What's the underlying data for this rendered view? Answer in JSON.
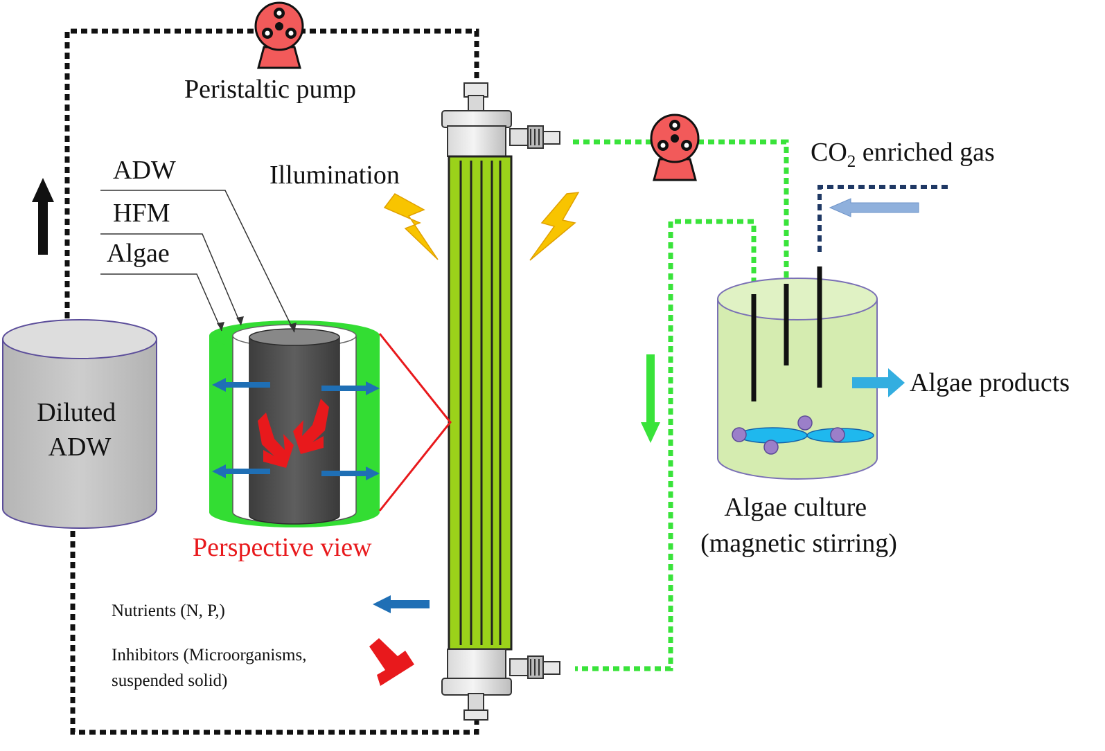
{
  "labels": {
    "peristaltic_pump": "Peristaltic pump",
    "illumination": "Illumination",
    "adw": "ADW",
    "hfm": "HFM",
    "algae": "Algae",
    "diluted_line1": "Diluted",
    "diluted_line2": "ADW",
    "perspective_view": "Perspective view",
    "co2_prefix": "CO",
    "co2_subscript": "2",
    "co2_suffix": " enriched gas",
    "algae_products": "Algae products",
    "algae_culture_line1": "Algae culture",
    "algae_culture_line2": "(magnetic stirring)",
    "nutrients": "Nutrients (N, P,)",
    "inhibitors_line1": "Inhibitors (Microorganisms,",
    "inhibitors_line2": "suspended solid)"
  },
  "colors": {
    "dashed_loop": "#111111",
    "green_loop": "#39e33a",
    "co2_line": "#1f3864",
    "pump_red": "#f25a5a",
    "bolt_yellow": "#f8c400",
    "hfm_green": "#9bd21a",
    "nutrient_arrow": "#1f6fb5",
    "inhibitor_arrow": "#e8191c",
    "culture_fill": "#d5ecb0",
    "tank_gray": "#c3c3c3",
    "membrane_dark": "#555555",
    "algae_layer": "#33dd33",
    "products_arrow": "#33aee0"
  },
  "icons": [
    "pump-icon",
    "lightning-bolt-icon",
    "arrow-up-icon",
    "arrow-down-icon",
    "arrow-left-icon",
    "arrow-right-icon",
    "bent-arrow-icon"
  ]
}
